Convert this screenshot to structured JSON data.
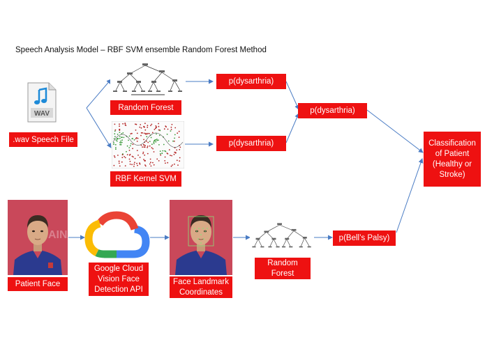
{
  "title": "Speech Analysis Model – RBF SVM ensemble Random Forest Method",
  "nodes": {
    "wav_file": ".wav Speech File",
    "wav_icon_label": "WAV",
    "random_forest_top": "Random Forest",
    "rbf_kernel_svm": "RBF Kernel SVM",
    "p_dys_top": "p(dysarthria)",
    "p_dys_bottom": "p(dysarthria)",
    "p_dys_combined": "p(dysarthria)",
    "classification_l1": "Classification",
    "classification_l2": "of Patient",
    "classification_l3": "(Healthy or",
    "classification_l4": "Stroke)",
    "patient_face": "Patient Face",
    "gcv_l1": "Google Cloud",
    "gcv_l2": "Vision Face",
    "gcv_l3": "Detection API",
    "landmark_l1": "Face Landmark",
    "landmark_l2": "Coordinates",
    "rf_bottom_l1": "Random",
    "rf_bottom_l2": "Forest",
    "p_bells": "p(Bell’s Palsy)"
  },
  "colors": {
    "box": "#ee1111",
    "arrow": "#4a7cc4",
    "photo_bg": "#c9485a",
    "jersey": "#2b3a8f"
  },
  "icons": [
    "wav-file-icon",
    "google-cloud-logo",
    "decision-tree-thumbnail",
    "svm-scatter-thumbnail",
    "face-photo"
  ]
}
